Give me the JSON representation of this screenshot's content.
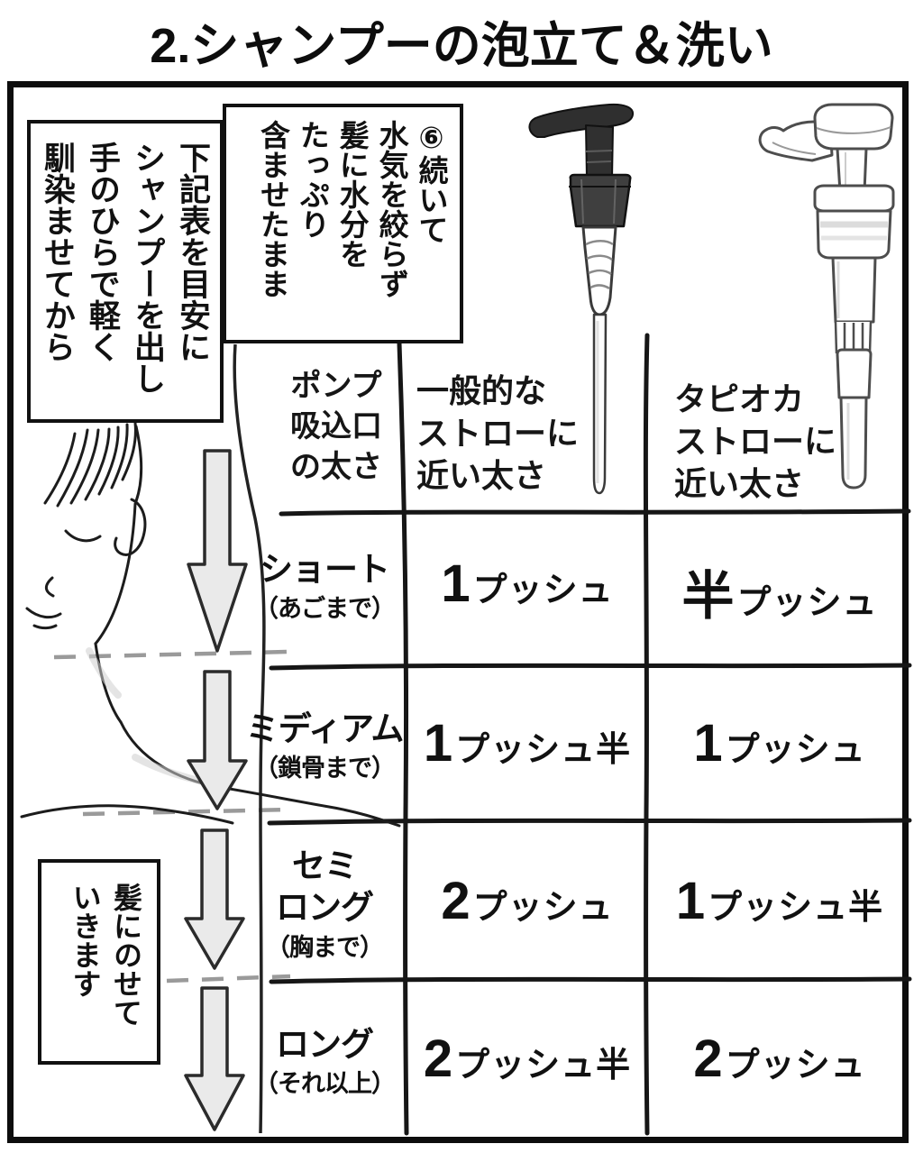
{
  "title": "2.シャンプーの泡立て＆洗い",
  "bubbles": {
    "step6": [
      "⑥続いて",
      "水気を絞らず",
      "髪に水分を",
      "たっぷり",
      "含ませたまま"
    ],
    "guide": [
      "下記表を目安に",
      "シャンプーを出し",
      "手のひらで軽く",
      "馴染ませてから"
    ],
    "apply": [
      "髪にのせて",
      "いきます"
    ]
  },
  "table": {
    "corner_header": [
      "ポンプ",
      "吸込口",
      "の太さ"
    ],
    "col_standard_header": [
      "一般的な",
      "ストローに",
      "近い太さ"
    ],
    "col_tapioca_header": [
      "タピオカ",
      "ストローに",
      "近い太さ"
    ],
    "rows": [
      {
        "name": [
          "ショート"
        ],
        "range": "（あごまで）",
        "standard": {
          "big": "1",
          "unit": "プッシュ"
        },
        "tapioca": {
          "big": "半",
          "unit": "プッシュ"
        }
      },
      {
        "name": [
          "ミディアム"
        ],
        "range": "（鎖骨まで）",
        "standard": {
          "big": "1",
          "unit": "プッシュ半"
        },
        "tapioca": {
          "big": "1",
          "unit": "プッシュ"
        }
      },
      {
        "name": [
          "セミ",
          "ロング"
        ],
        "range": "（胸まで）",
        "standard": {
          "big": "2",
          "unit": "プッシュ"
        },
        "tapioca": {
          "big": "1",
          "unit": "プッシュ半"
        }
      },
      {
        "name": [
          "ロング"
        ],
        "range": "（それ以上）",
        "standard": {
          "big": "2",
          "unit": "プッシュ半"
        },
        "tapioca": {
          "big": "2",
          "unit": "プッシュ"
        }
      }
    ]
  },
  "illustrations": {
    "left_pump": "dark-pump-with-narrow-straw",
    "right_pump": "white-pump-with-tapioca-straw",
    "face": "profile-face-with-hair-length-arrows"
  },
  "colors": {
    "ink": "#161616",
    "paper": "#ffffff",
    "arrow_fill": "#eaeaea",
    "dash_gray": "#9a9a9a",
    "pump_dark": "#3a3a3a"
  }
}
